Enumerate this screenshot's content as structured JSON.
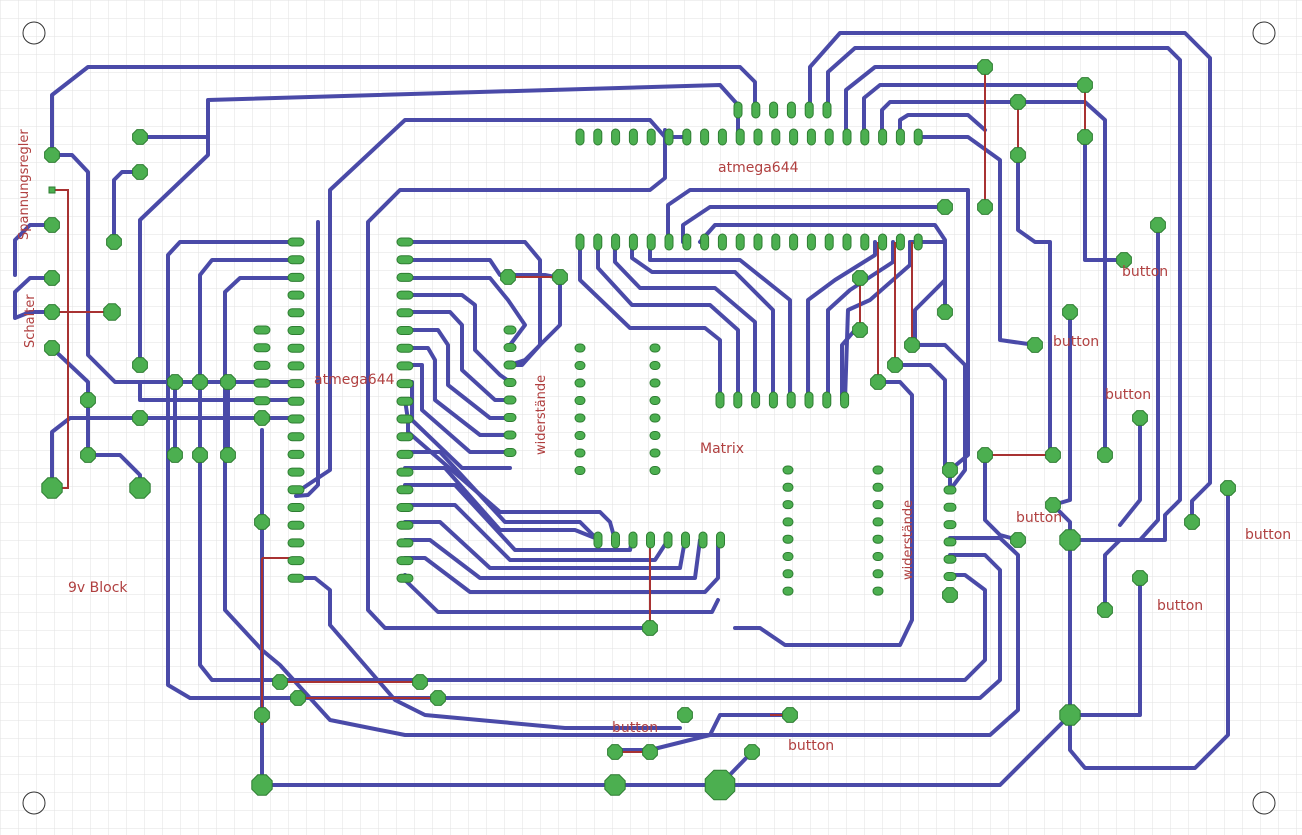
{
  "labels": {
    "atmega_top": "atmega644",
    "atmega_left": "atmega644",
    "matrix": "Matrix",
    "widerstaende_1": "widerstände",
    "widerstaende_2": "widerstände",
    "spannungsregler": "Spannungsregler",
    "schalter": "Schalter",
    "block": "9v Block",
    "button": "button"
  },
  "colors": {
    "trace": "#4a4aa8",
    "pad": "#4caf50",
    "airwire": "#a83232",
    "label": "#b04040",
    "grid": "#e2e2e2",
    "background": "#ffffff"
  }
}
